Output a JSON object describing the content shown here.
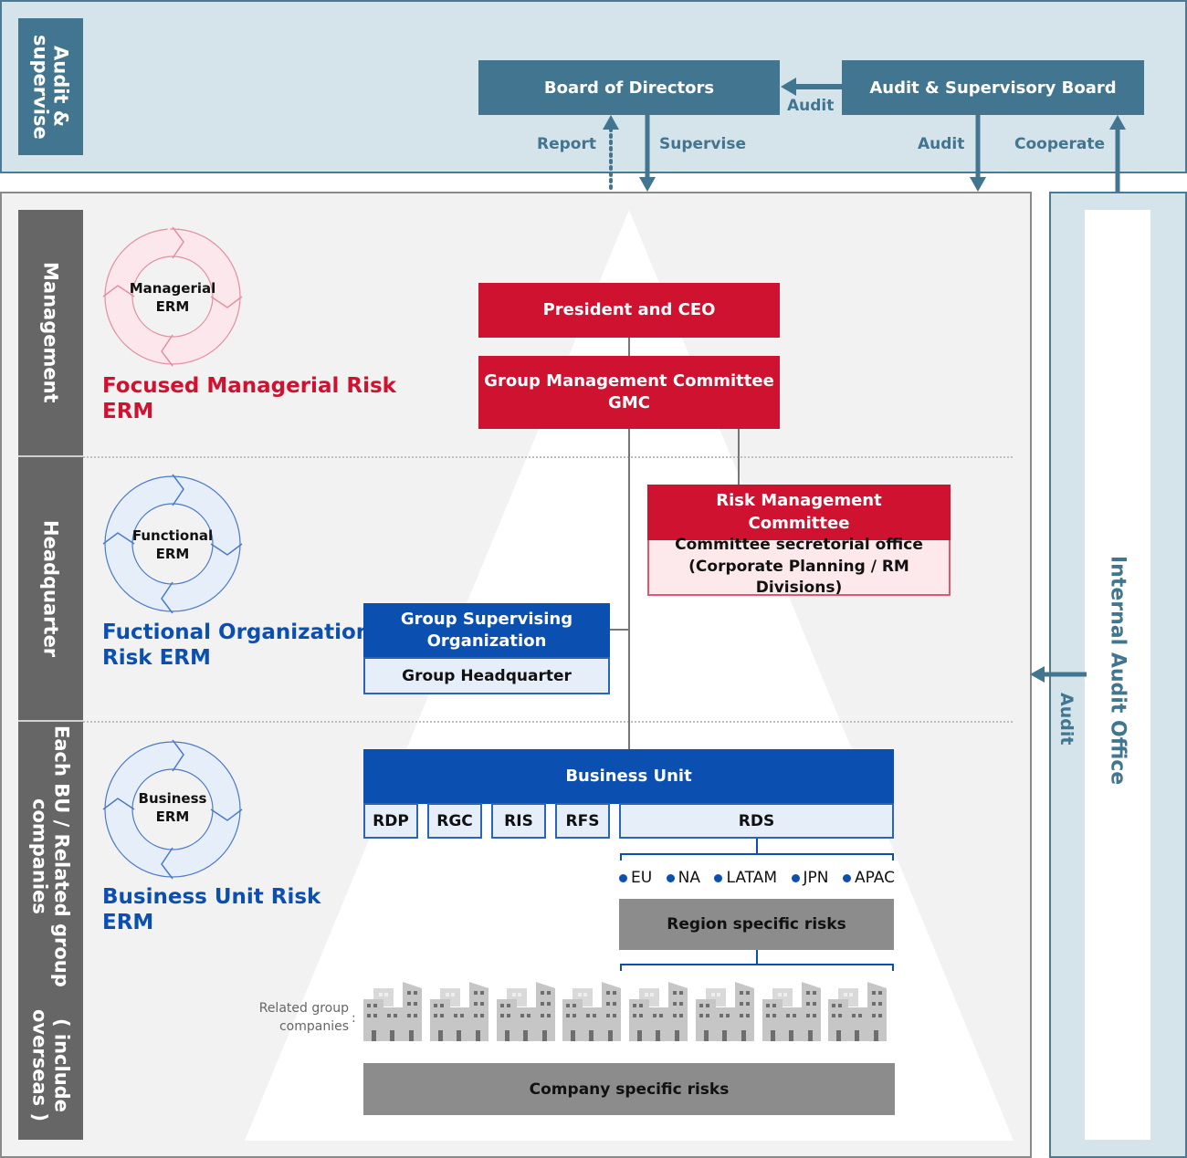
{
  "top_band": {
    "side_label": "Audit & supervise",
    "board_of_directors": "Board of Directors",
    "audit_supervisory_board": "Audit & Supervisory Board",
    "arrow_labels": {
      "board_audit": "Audit",
      "report": "Report",
      "supervise": "Supervise",
      "audit": "Audit",
      "cooperate": "Cooperate"
    }
  },
  "tiers": [
    {
      "side_label": "Management",
      "cycle_label_line1": "Managerial",
      "cycle_label_line2": "ERM",
      "title_line1": "Focused Managerial Risk",
      "title_line2": "ERM",
      "color": "#cf1230"
    },
    {
      "side_label": "Headquarter",
      "cycle_label_line1": "Functional",
      "cycle_label_line2": "ERM",
      "title_line1": "Fuctional Organization",
      "title_line2": "Risk ERM",
      "color": "#0b50b0"
    },
    {
      "side_label_line1": "Each BU / Related group companies",
      "side_label_line2": "( include overseas )",
      "cycle_label_line1": "Business",
      "cycle_label_line2": "ERM",
      "title_line1": "Business Unit Risk",
      "title_line2": "ERM",
      "color": "#0b50b0"
    }
  ],
  "org": {
    "president": "President and CEO",
    "gmc_line1": "Group Management Committee",
    "gmc_line2": "GMC",
    "rmc_line1": "Risk Management",
    "rmc_line2": "Committee",
    "secretariat_line1": "Committee secretorial office",
    "secretariat_line2": "(Corporate Planning / RM Divisions)",
    "gso_line1": "Group Supervising",
    "gso_line2": "Organization",
    "group_hq": "Group Headquarter",
    "business_unit": "Business Unit",
    "sub_units": [
      "RDP",
      "RGC",
      "RIS",
      "RFS",
      "RDS"
    ],
    "regions": [
      "EU",
      "NA",
      "LATAM",
      "JPN",
      "APAC"
    ],
    "region_risks": "Region specific risks",
    "related_label_line1": "Related group",
    "related_label_line2": "companies",
    "company_count": 8,
    "company_risks": "Company specific risks"
  },
  "internal_audit": {
    "label": "Internal Audit Office",
    "audit": "Audit"
  },
  "colors": {
    "teal": "#42758f",
    "red": "#cf1230",
    "blue": "#0b50b0",
    "gray_label": "#666666"
  }
}
